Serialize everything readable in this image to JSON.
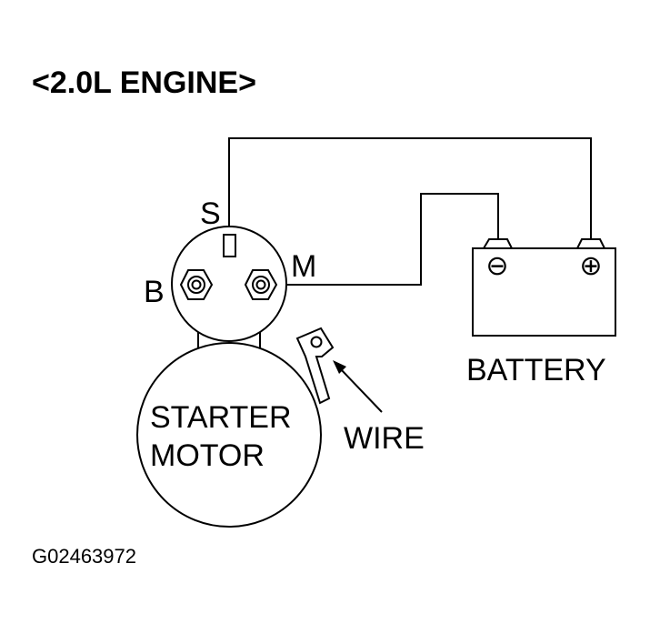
{
  "title": "<2.0L ENGINE>",
  "terminals": {
    "s": "S",
    "b": "B",
    "m": "M"
  },
  "battery": {
    "label": "BATTERY",
    "negative_symbol": "⊖",
    "positive_symbol": "⊕"
  },
  "starter_motor": {
    "line1": "STARTER",
    "line2": "MOTOR"
  },
  "wire_label": "WIRE",
  "figure_code": "G02463972"
}
